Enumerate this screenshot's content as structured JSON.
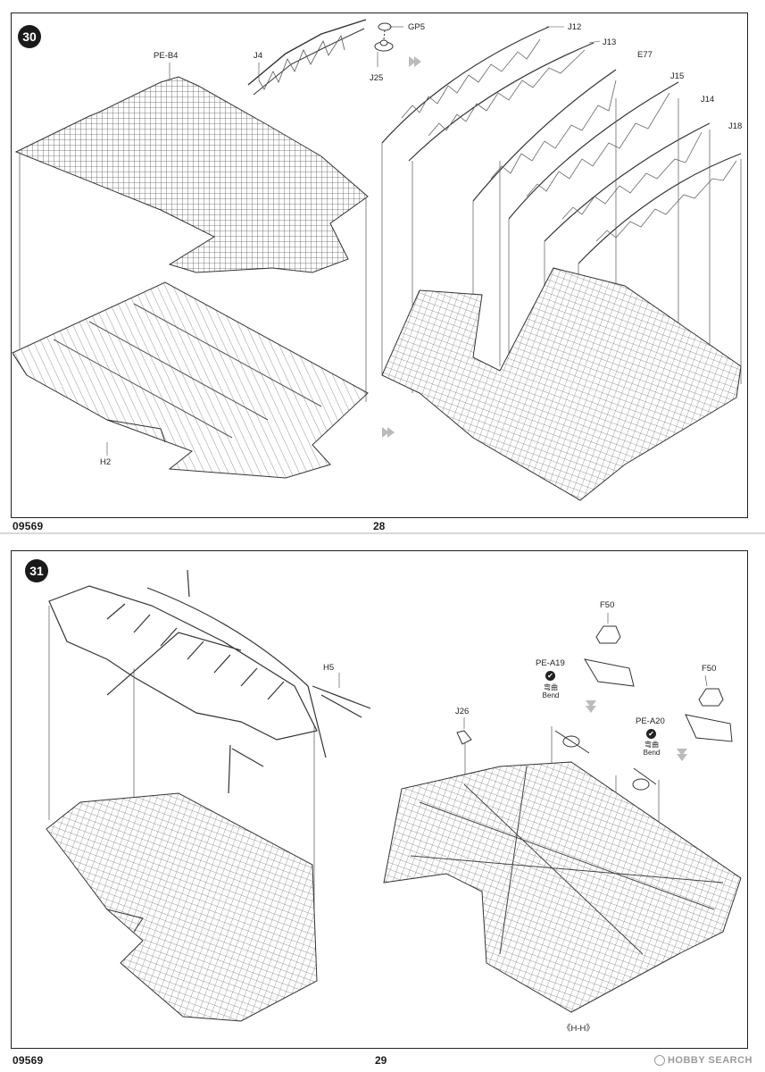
{
  "top_page": {
    "step_number": "30",
    "catalog_code": "09569",
    "page_number": "28",
    "part_labels": {
      "pe_b4": "PE-B4",
      "j4": "J4",
      "gp5": "GP5",
      "j25": "J25",
      "j12": "J12",
      "j13": "J13",
      "e77": "E77",
      "j15": "J15",
      "j14": "J14",
      "j18": "J18",
      "h2": "H2"
    }
  },
  "bottom_page": {
    "step_number": "31",
    "catalog_code": "09569",
    "page_number": "29",
    "part_labels": {
      "h5": "H5",
      "f50_a": "F50",
      "pe_a19": "PE-A19",
      "bend_cn_a": "弯曲",
      "bend_en_a": "Bend",
      "f50_b": "F50",
      "pe_a20": "PE-A20",
      "bend_cn_b": "弯曲",
      "bend_en_b": "Bend",
      "j26": "J26",
      "sprue_ref": "《H-H》"
    }
  },
  "watermark": {
    "brand": "HOBBY SEARCH"
  },
  "colors": {
    "line": "#333333",
    "grid": "#555555",
    "background": "#ffffff"
  }
}
